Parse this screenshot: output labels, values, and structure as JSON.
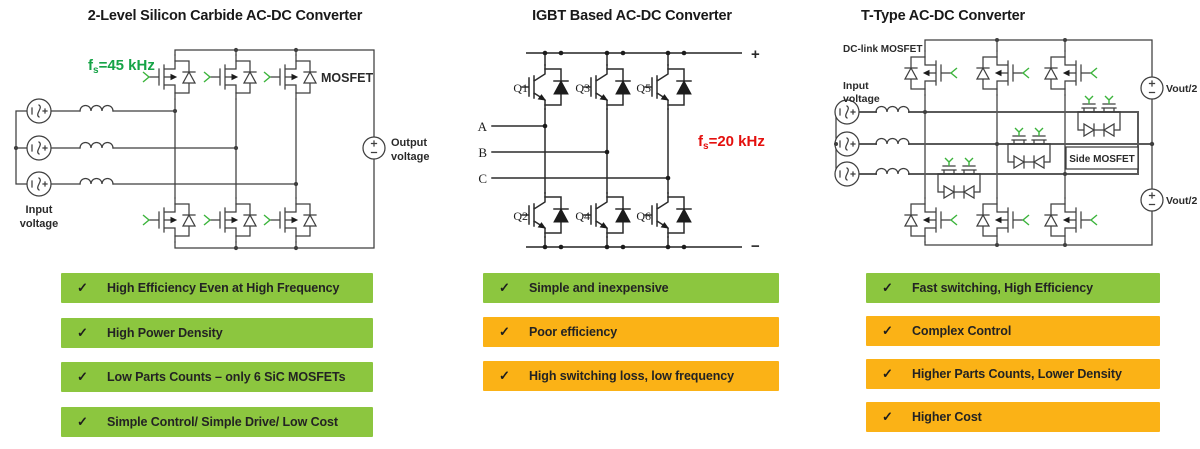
{
  "colors": {
    "green_bar": "#8CC63F",
    "orange_bar": "#FBB216",
    "annotation_green": "#15A346",
    "annotation_red": "#E4100E",
    "gate_green": "#3CB43C",
    "wire": "#3F3F3F",
    "wire_gray": "#5A5A5A",
    "bar_text": "#232323",
    "title_text": "#191919"
  },
  "panels": [
    {
      "title": "2-Level Silicon Carbide AC-DC Converter",
      "circuit": {
        "fs": {
          "f": "f",
          "sub": "s",
          "rest": "=45 kHz"
        },
        "mosfet_label": "MOSFET",
        "input_label": [
          "Input",
          "voltage"
        ],
        "output_label": [
          "Output",
          "voltage"
        ]
      },
      "bullets": [
        {
          "mark": "✓",
          "text": "High Efficiency Even at High Frequency",
          "tone": "green"
        },
        {
          "mark": "✓",
          "text": "High Power Density",
          "tone": "green"
        },
        {
          "mark": "✓",
          "text": "Low Parts Counts – only 6 SiC MOSFETs",
          "tone": "green"
        },
        {
          "mark": "✓",
          "text": "Simple Control/ Simple Drive/ Low Cost",
          "tone": "green"
        }
      ]
    },
    {
      "title": "IGBT Based AC-DC Converter",
      "circuit": {
        "fs": {
          "f": "f",
          "sub": "s",
          "rest": "=20 kHz"
        },
        "dc_plus": "+",
        "dc_minus": "−",
        "phase_labels": [
          "A",
          "B",
          "C"
        ],
        "igbt_labels_top": [
          "Q1",
          "Q3",
          "Q5"
        ],
        "igbt_labels_bottom": [
          "Q2",
          "Q4",
          "Q6"
        ]
      },
      "bullets": [
        {
          "mark": "✓",
          "text": "Simple and inexpensive",
          "tone": "green"
        },
        {
          "mark": "✓",
          "text": "Poor efficiency",
          "tone": "orange"
        },
        {
          "mark": "✓",
          "text": "High switching loss, low frequency",
          "tone": "orange"
        }
      ]
    },
    {
      "title": "T-Type AC-DC Converter",
      "circuit": {
        "dclink_label": "DC-link MOSFET",
        "input_label": [
          "Input",
          "voltage"
        ],
        "side_label": "Side MOSFET",
        "vout_top": "Vout/2",
        "vout_bottom": "Vout/2"
      },
      "bullets": [
        {
          "mark": "✓",
          "text": "Fast switching, High Efficiency",
          "tone": "green"
        },
        {
          "mark": "✓",
          "text": "Complex Control",
          "tone": "orange"
        },
        {
          "mark": "✓",
          "text": "Higher Parts Counts, Lower Density",
          "tone": "orange"
        },
        {
          "mark": "✓",
          "text": "Higher Cost",
          "tone": "orange"
        }
      ]
    }
  ]
}
